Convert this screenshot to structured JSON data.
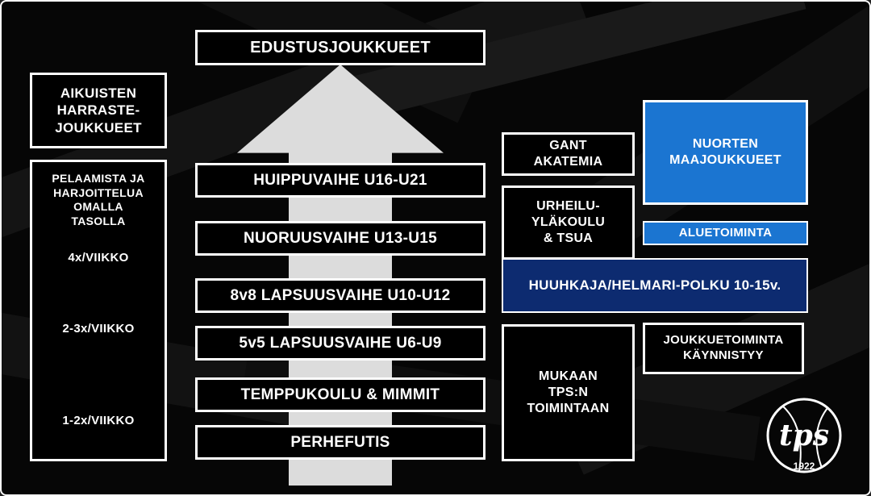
{
  "colors": {
    "background": "#060606",
    "box_border": "#ffffff",
    "arrow": "#dcdcdc",
    "bright_blue": "#1b75d1",
    "navy": "#0d2b70"
  },
  "top_box": {
    "label": "EDUSTUSJOUKKUEET"
  },
  "left_column": {
    "adult_teams": "AIKUISTEN\nHARRASTE-\nJOUKKUEET",
    "play_levels": {
      "heading": "PELAAMISTA JA\nHARJOITTELUA\nOMALLA\nTASOLLA",
      "freq_4x": "4x/VIIKKO",
      "freq_2_3x": "2-3x/VIIKKO",
      "freq_1_2x": "1-2x/VIIKKO"
    }
  },
  "pathway": [
    {
      "label": "HUIPPUVAIHE U16-U21"
    },
    {
      "label": "NUORUUSVAIHE U13-U15"
    },
    {
      "label": "8v8 LAPSUUSVAIHE U10-U12"
    },
    {
      "label": "5v5 LAPSUUSVAIHE U6-U9"
    },
    {
      "label": "TEMPPUKOULU & MIMMIT"
    },
    {
      "label": "PERHEFUTIS"
    }
  ],
  "right_column": {
    "gant_akatemia": "GANT\nAKATEMIA",
    "nuorten_maajoukkueet": "NUORTEN\nMAAJOUKKUEET",
    "urheilu_ylakoulu": "URHEILU-\nYLÄKOULU\n& TSUA",
    "aluetoiminta": "ALUETOIMINTA",
    "huuhkaja_polku": "HUUHKAJA/HELMARI-POLKU 10-15v.",
    "mukaan_toimintaan": "MUKAAN\nTPS:N\nTOIMINTAAN",
    "joukkuetoiminta": "JOUKKUETOIMINTA\nKÄYNNISTYY"
  },
  "logo": {
    "script": "tps",
    "year": "1922"
  }
}
